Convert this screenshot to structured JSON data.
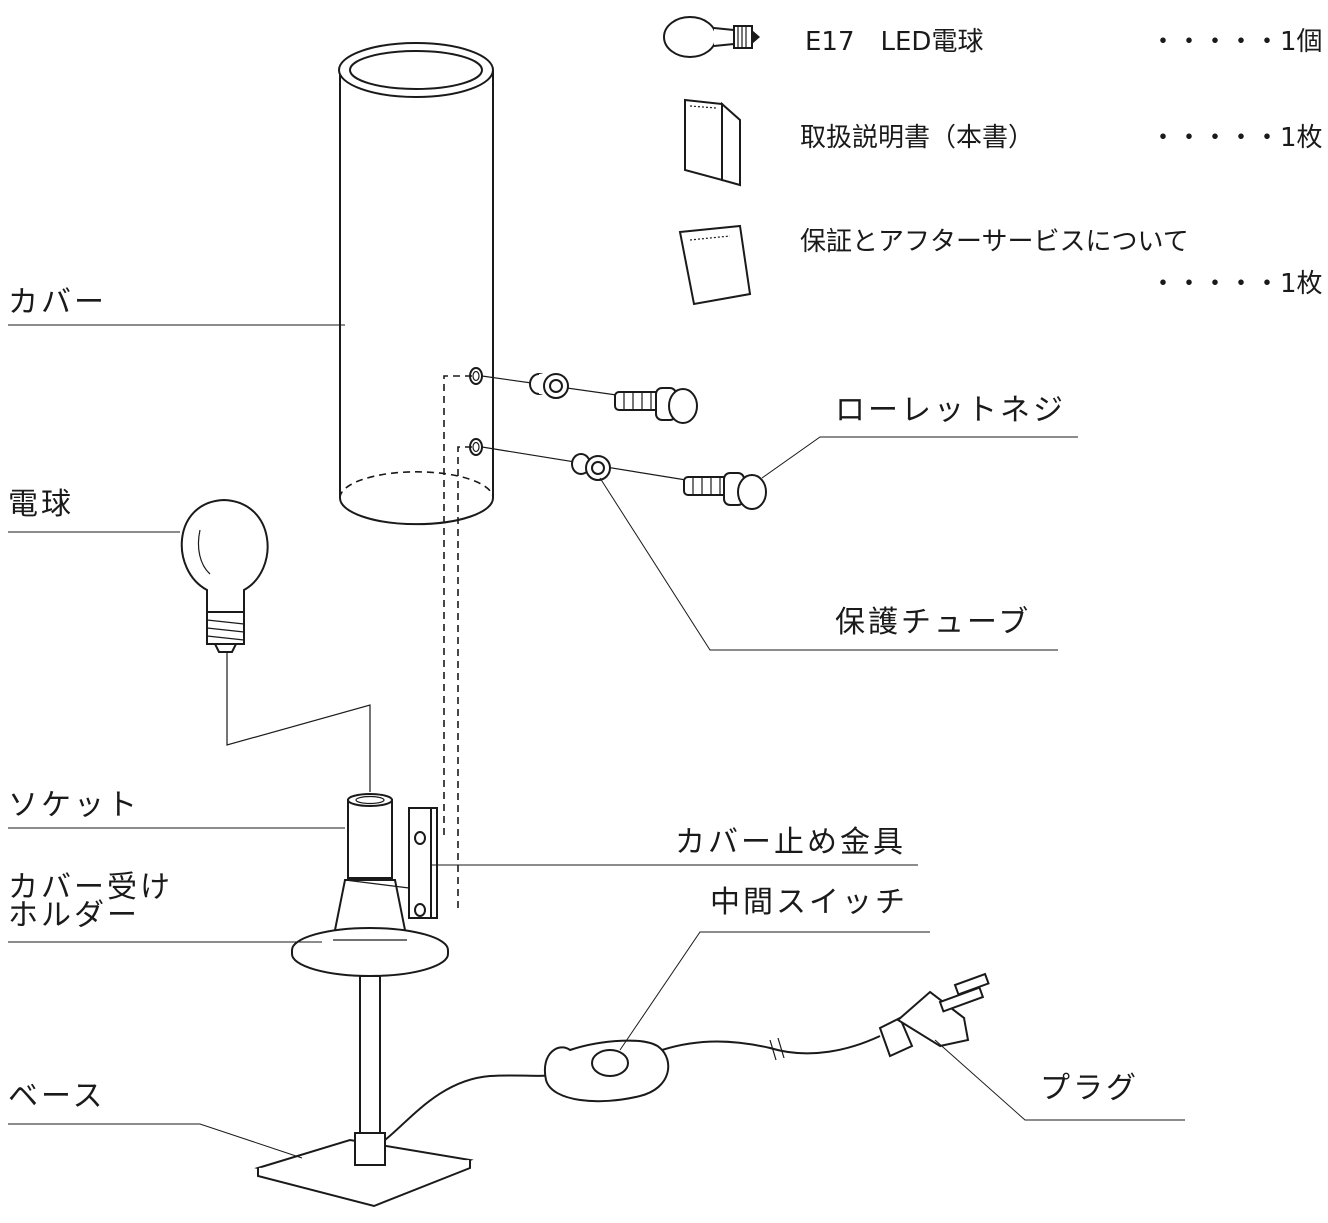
{
  "accessories": [
    {
      "icon": "bulb-icon",
      "name": "E17　LED電球",
      "qty": "・・・・・1個"
    },
    {
      "icon": "manual-icon",
      "name": "取扱説明書（本書）",
      "qty": "・・・・・1枚"
    },
    {
      "icon": "warranty-card-icon",
      "name": "保証とアフターサービスについて",
      "qty": "・・・・・1枚"
    }
  ],
  "parts": {
    "cover": "カバー",
    "bulb": "電球",
    "socket": "ソケット",
    "cover_holder_line1": "カバー受け",
    "cover_holder_line2": "ホルダー",
    "base": "ベース",
    "knurled_screw": "ローレットネジ",
    "protective_tube": "保護チューブ",
    "cover_bracket": "カバー止め金具",
    "inline_switch": "中間スイッチ",
    "plug": "プラグ"
  }
}
